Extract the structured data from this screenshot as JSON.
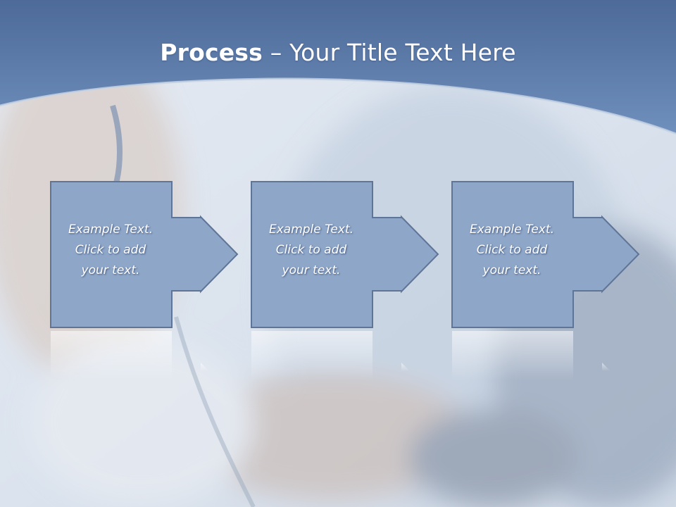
{
  "slide": {
    "title_bold": "Process",
    "title_dash": " – ",
    "title_rest": "Your Title Text Here"
  },
  "steps": [
    {
      "text_line1": "Example Text.",
      "text_line2": "Click  to add",
      "text_line3": "your text."
    },
    {
      "text_line1": "Example Text.",
      "text_line2": "Click  to add",
      "text_line3": "your text."
    },
    {
      "text_line1": "Example Text.",
      "text_line2": "Click  to add",
      "text_line3": "your text."
    }
  ],
  "colors": {
    "header_blue": "#5f7fae",
    "box_fill": "#8ea6c8",
    "box_border": "#5f7597",
    "background": "#dfe6ef"
  }
}
